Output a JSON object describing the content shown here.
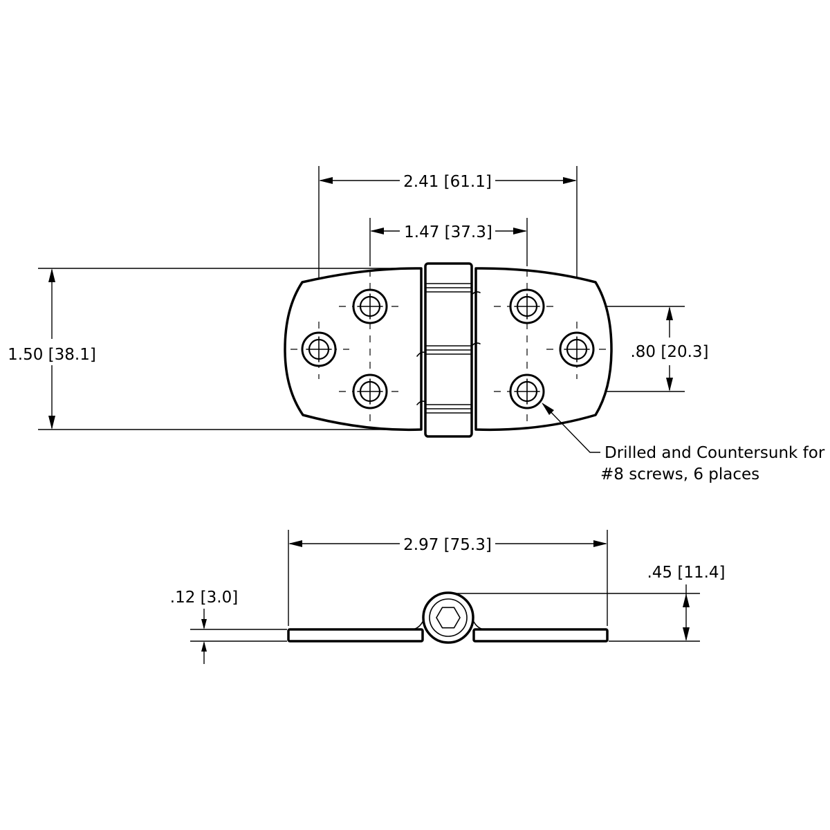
{
  "top_view": {
    "overall_width_label": "2.41 [61.1]",
    "inner_hole_spacing_label": "1.47 [37.3]",
    "height_label": "1.50 [38.1]",
    "vertical_hole_spacing_label": ".80 [20.3]",
    "note_line_1": "Drilled and Countersunk for",
    "note_line_2": "#8 screws, 6 places"
  },
  "side_view": {
    "overall_length_label": "2.97 [75.3]",
    "leaf_thickness_label": ".12 [3.0]",
    "knuckle_height_label": ".45 [11.4]"
  },
  "colors": {
    "line": "#000000",
    "background": "#ffffff"
  }
}
